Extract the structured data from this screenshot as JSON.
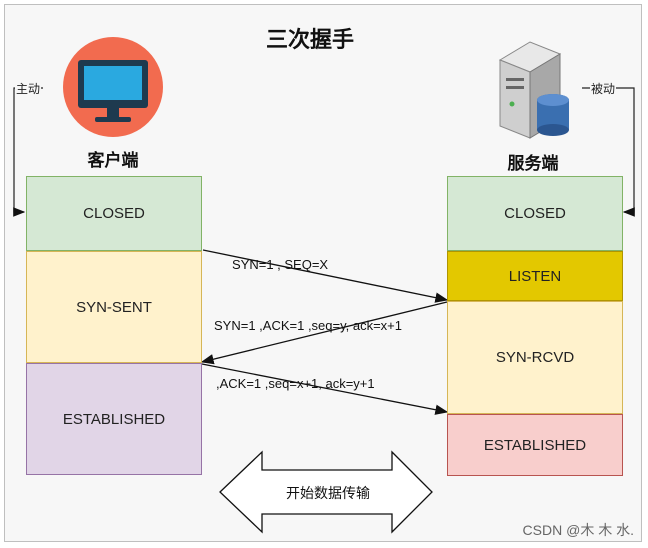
{
  "title": "三次握手",
  "client": {
    "label": "客户端",
    "tag": "主动"
  },
  "server": {
    "label": "服务端",
    "tag": "被动"
  },
  "client_states": [
    {
      "label": "CLOSED",
      "fill": "#d5e8d4",
      "stroke": "#82b366"
    },
    {
      "label": "SYN-SENT",
      "fill": "#fff2cc",
      "stroke": "#d6b656"
    },
    {
      "label": "ESTABLISHED",
      "fill": "#e1d5e7",
      "stroke": "#9673a6"
    }
  ],
  "server_states": [
    {
      "label": "CLOSED",
      "fill": "#d5e8d4",
      "stroke": "#82b366"
    },
    {
      "label": "LISTEN",
      "fill": "#e3c800",
      "stroke": "#b09500"
    },
    {
      "label": "SYN-RCVD",
      "fill": "#fff2cc",
      "stroke": "#d6b656"
    },
    {
      "label": "ESTABLISHED",
      "fill": "#f8cecc",
      "stroke": "#b85450"
    }
  ],
  "messages": [
    {
      "text": "SYN=1 , SEQ=X",
      "direction": "client-to-server"
    },
    {
      "text": "SYN=1 ,ACK=1 ,seq=y, ack=x+1",
      "direction": "server-to-client"
    },
    {
      "text": ",ACK=1 ,seq=x+1, ack=y+1",
      "direction": "client-to-server"
    }
  ],
  "data_transfer": "开始数据传输",
  "watermark": "CSDN @木 木 水."
}
